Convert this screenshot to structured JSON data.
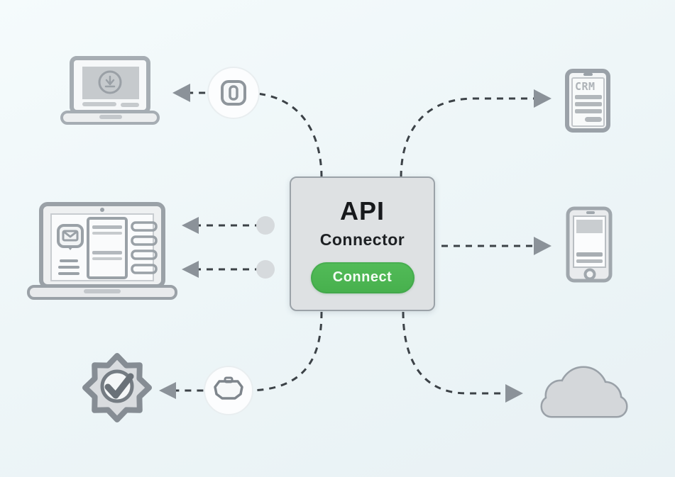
{
  "center_node": {
    "title": "API",
    "subtitle": "Connector",
    "button_label": "Connect"
  },
  "nodes": {
    "top_left": {
      "icon": "laptop-video-icon"
    },
    "mid_left": {
      "icon": "laptop-dashboard-icon"
    },
    "bottom_left": {
      "icon": "gear-check-badge-icon"
    },
    "top_right": {
      "icon": "crm-tablet-icon",
      "label": "CRM"
    },
    "mid_right": {
      "icon": "smartphone-icon"
    },
    "bottom_right": {
      "icon": "cloud-icon"
    }
  },
  "badges": {
    "top_connector": {
      "icon": "plug-chip-icon"
    },
    "bottom_connector": {
      "icon": "hex-pot-icon"
    }
  },
  "connections": [
    {
      "from": "api-connector",
      "to": "laptop-video",
      "direction": "to-node",
      "style": "dashed",
      "badge": "plug-chip-icon"
    },
    {
      "from": "api-connector",
      "to": "laptop-dashboard",
      "direction": "to-node",
      "style": "dashed",
      "endpoint": "dot"
    },
    {
      "from": "api-connector",
      "to": "laptop-dashboard",
      "direction": "to-node",
      "style": "dashed",
      "endpoint": "dot"
    },
    {
      "from": "api-connector",
      "to": "gear-check-badge",
      "direction": "to-node",
      "style": "dashed",
      "badge": "hex-pot-icon"
    },
    {
      "from": "api-connector",
      "to": "crm-tablet",
      "direction": "to-node",
      "style": "dashed"
    },
    {
      "from": "api-connector",
      "to": "smartphone",
      "direction": "to-node",
      "style": "dashed"
    },
    {
      "from": "api-connector",
      "to": "cloud",
      "direction": "to-node",
      "style": "dashed"
    }
  ],
  "colors": {
    "background": "#eef6f8",
    "dashed_line": "#3c4247",
    "arrowhead": "#8b9299",
    "device_stroke": "#9aa1a8",
    "device_fill": "#d8dbde",
    "box_fill": "#dee1e3",
    "accent_green": "#4bb551",
    "crm_text": "#aeb3b8"
  }
}
